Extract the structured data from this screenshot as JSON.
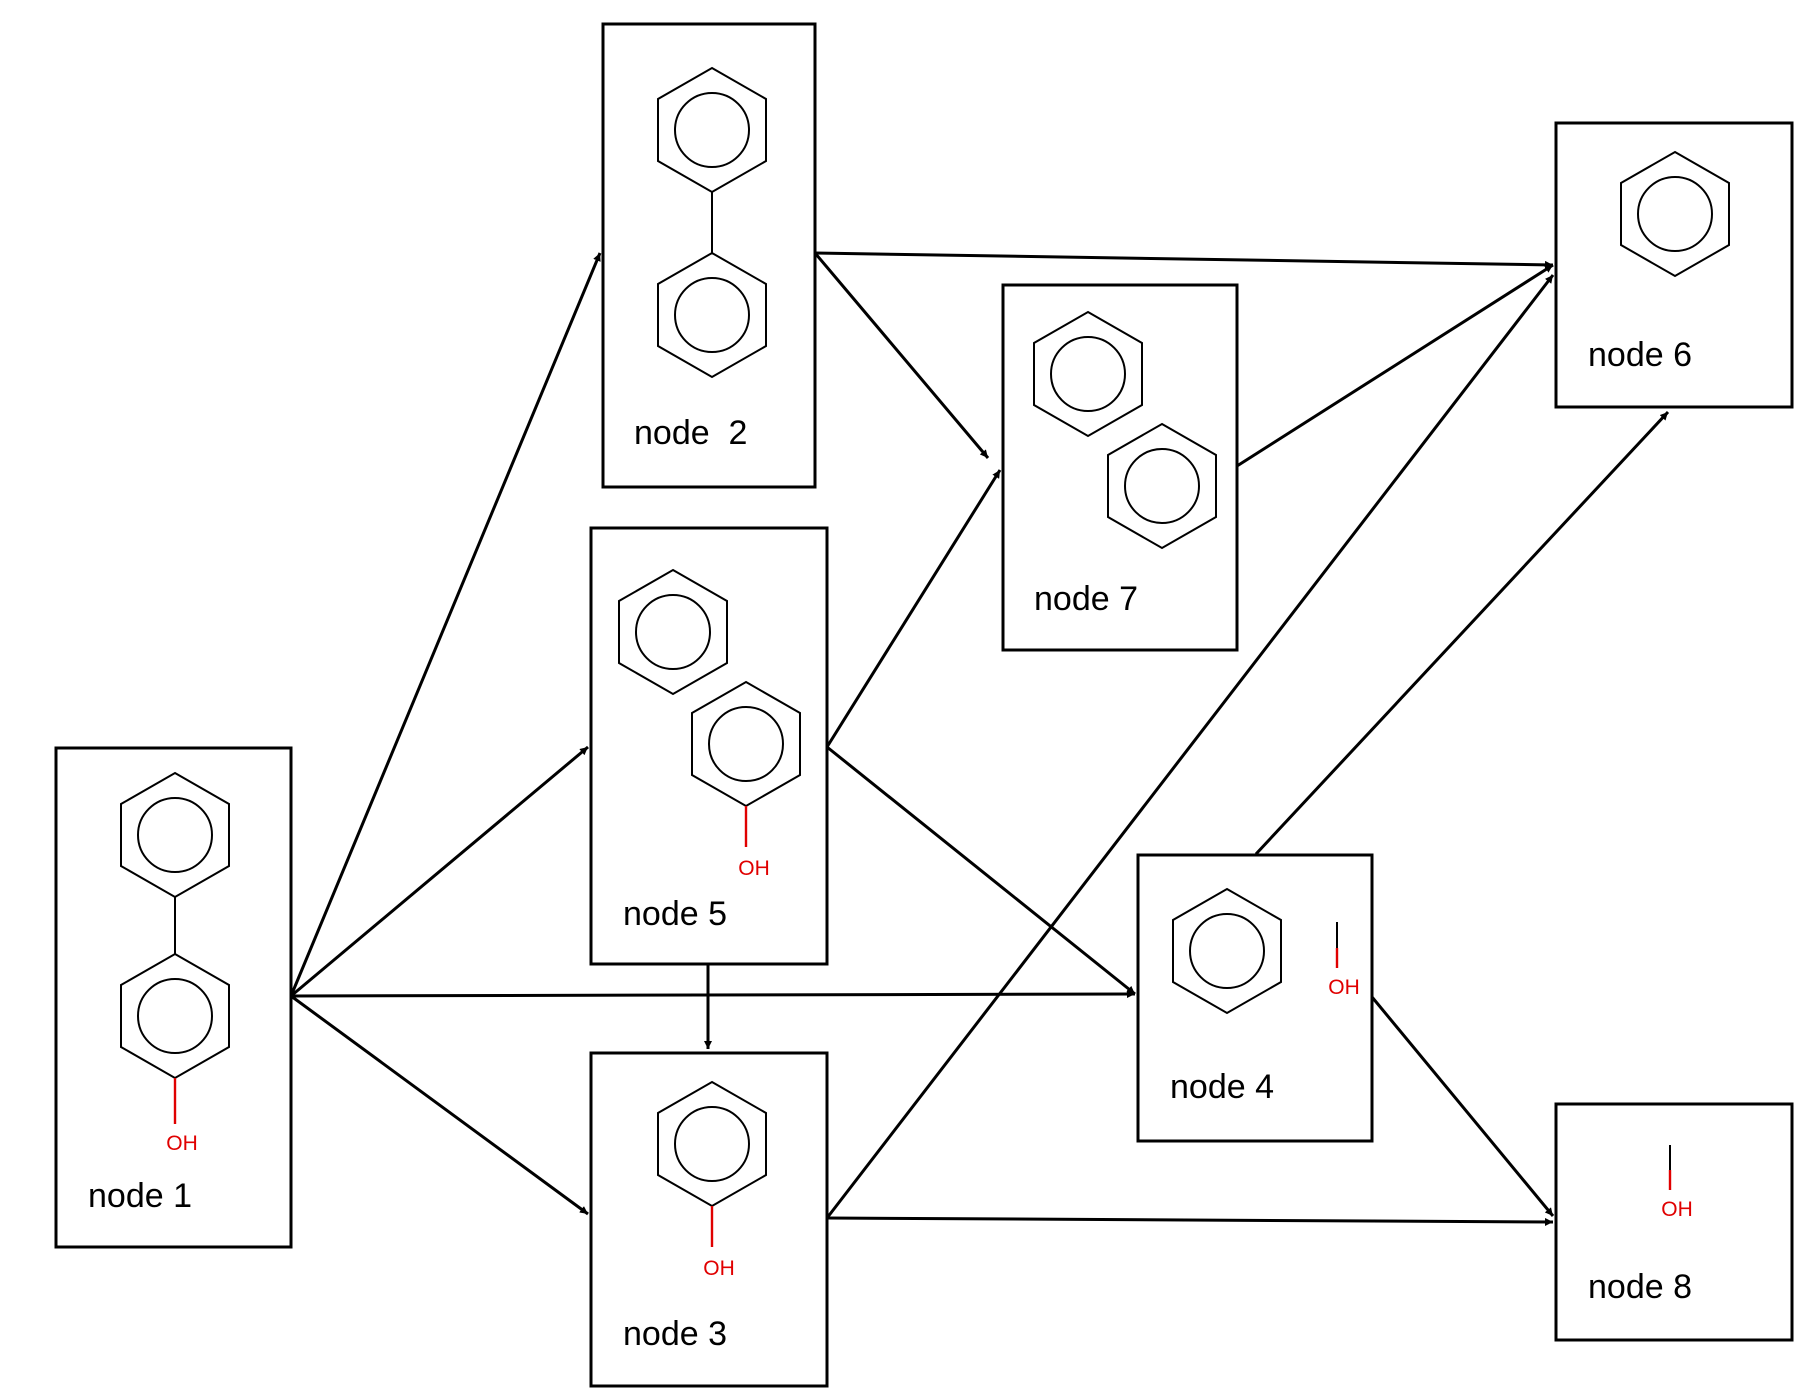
{
  "colors": {
    "outline": "#000000",
    "hydroxyl": "#e00000",
    "background": "#ffffff"
  },
  "nodes": [
    {
      "id": "n1",
      "label": "node 1"
    },
    {
      "id": "n2",
      "label": "node  2"
    },
    {
      "id": "n3",
      "label": "node 3"
    },
    {
      "id": "n4",
      "label": "node 4"
    },
    {
      "id": "n5",
      "label": "node 5"
    },
    {
      "id": "n6",
      "label": "node 6"
    },
    {
      "id": "n7",
      "label": "node 7"
    },
    {
      "id": "n8",
      "label": "node 8"
    }
  ],
  "hydroxyl_label": "OH",
  "edges": [
    {
      "from": "n1",
      "to": "n2"
    },
    {
      "from": "n1",
      "to": "n5"
    },
    {
      "from": "n1",
      "to": "n4"
    },
    {
      "from": "n1",
      "to": "n3"
    },
    {
      "from": "n2",
      "to": "n6"
    },
    {
      "from": "n2",
      "to": "n7"
    },
    {
      "from": "n5",
      "to": "n7"
    },
    {
      "from": "n5",
      "to": "n4"
    },
    {
      "from": "n5",
      "to": "n3"
    },
    {
      "from": "n7",
      "to": "n6"
    },
    {
      "from": "n3",
      "to": "n6"
    },
    {
      "from": "n3",
      "to": "n8"
    },
    {
      "from": "n4",
      "to": "n6"
    },
    {
      "from": "n4",
      "to": "n8"
    }
  ]
}
